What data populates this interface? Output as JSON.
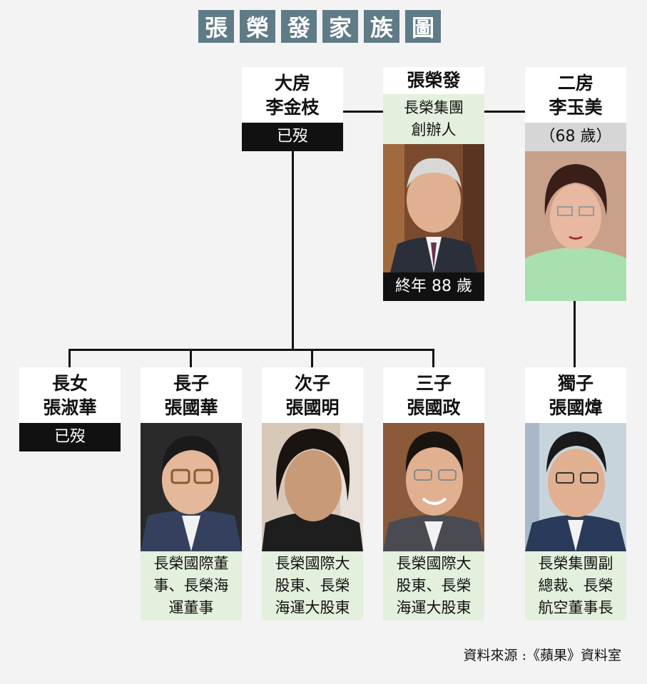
{
  "title": [
    "張",
    "榮",
    "發",
    "家",
    "族",
    "圖"
  ],
  "founder": {
    "name": "張榮發",
    "role": [
      "長榮集團",
      "創辦人"
    ],
    "age": "終年 88 歲"
  },
  "wife1": {
    "name": [
      "大房",
      "李金枝"
    ],
    "status": "已歿"
  },
  "wife2": {
    "name": [
      "二房",
      "李玉美"
    ],
    "age": "（68 歲）"
  },
  "children": [
    {
      "name": [
        "長女",
        "張淑華"
      ],
      "status": "已歿"
    },
    {
      "name": [
        "長子",
        "張國華"
      ],
      "desc": [
        "長榮國際董",
        "事、長榮海",
        "運董事"
      ]
    },
    {
      "name": [
        "次子",
        "張國明"
      ],
      "desc": [
        "長榮國際大",
        "股東、長榮",
        "海運大股東"
      ]
    },
    {
      "name": [
        "三子",
        "張國政"
      ],
      "desc": [
        "長榮國際大",
        "股東、長榮",
        "海運大股東"
      ]
    },
    {
      "name": [
        "獨子",
        "張國煒"
      ],
      "desc": [
        "長榮集團副",
        "總裁、長榮",
        "航空董事長"
      ]
    }
  ],
  "source": "資料來源 :《蘋果》資料室"
}
